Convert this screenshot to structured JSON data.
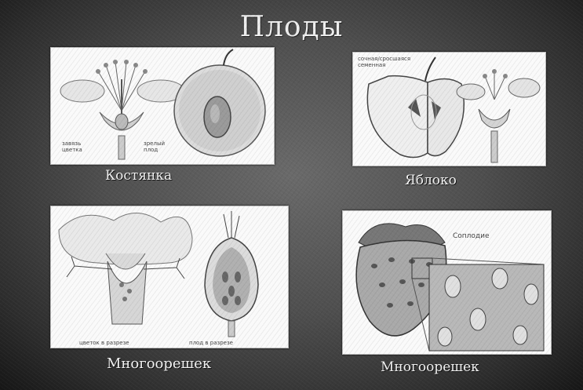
{
  "slide": {
    "title": "Плоды",
    "panels": [
      {
        "caption": "Костянка",
        "labels": [
          "завязь\nцветка",
          "зрелый\nплод"
        ]
      },
      {
        "caption": "Яблоко",
        "labels": [
          "сочная/сросшаяся\nсеменная"
        ]
      },
      {
        "caption": "Многоорешек",
        "labels": [
          "цветок в разрезе",
          "плод в разрезе"
        ]
      },
      {
        "caption": "Многоорешек",
        "labels": [
          "Соплодие"
        ]
      }
    ]
  }
}
